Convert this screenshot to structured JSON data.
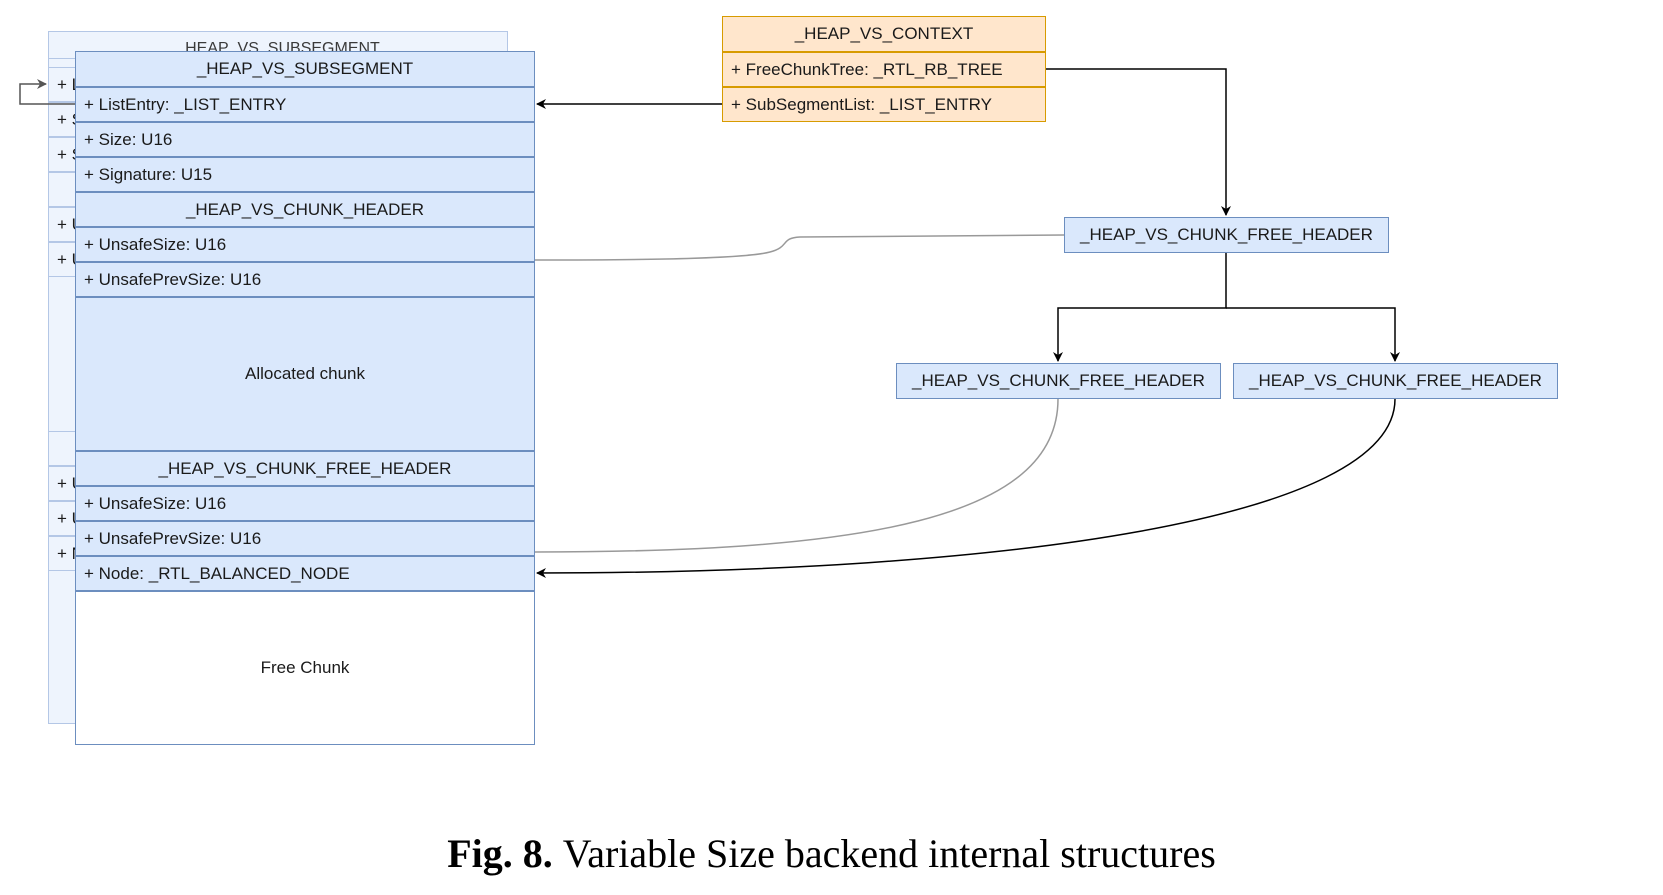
{
  "back_segment": {
    "title": "_HEAP_VS_SUBSEGMENT",
    "row_prefixes": [
      "+ L",
      "+ S",
      "+ S",
      "+ U",
      "+ U",
      "+ U",
      "+ U",
      "+ N"
    ]
  },
  "subsegment": {
    "title": "_HEAP_VS_SUBSEGMENT",
    "fields": [
      "+ ListEntry: _LIST_ENTRY",
      "+ Size: U16",
      "+ Signature: U15"
    ]
  },
  "chunk_header": {
    "title": "_HEAP_VS_CHUNK_HEADER",
    "fields": [
      "+ UnsafeSize: U16",
      "+ UnsafePrevSize: U16"
    ]
  },
  "allocated_chunk": {
    "label": "Allocated chunk"
  },
  "free_header": {
    "title": "_HEAP_VS_CHUNK_FREE_HEADER",
    "fields": [
      "+ UnsafeSize: U16",
      "+ UnsafePrevSize: U16",
      "+ Node: _RTL_BALANCED_NODE"
    ]
  },
  "free_chunk": {
    "label": "Free Chunk"
  },
  "context": {
    "title": "_HEAP_VS_CONTEXT",
    "fields": [
      "+ FreeChunkTree: _RTL_RB_TREE",
      "+ SubSegmentList: _LIST_ENTRY"
    ]
  },
  "tree": {
    "root": "_HEAP_VS_CHUNK_FREE_HEADER",
    "left": "_HEAP_VS_CHUNK_FREE_HEADER",
    "right": "_HEAP_VS_CHUNK_FREE_HEADER"
  },
  "caption": {
    "label": "Fig. 8.",
    "text": "Variable Size backend internal structures"
  },
  "colors": {
    "blue_fill": "#dae8fc",
    "blue_stroke": "#6c8ebf",
    "orange_fill": "#ffe6cc",
    "orange_stroke": "#d79b00",
    "arrow": "#000000",
    "link_gray": "#999999"
  }
}
